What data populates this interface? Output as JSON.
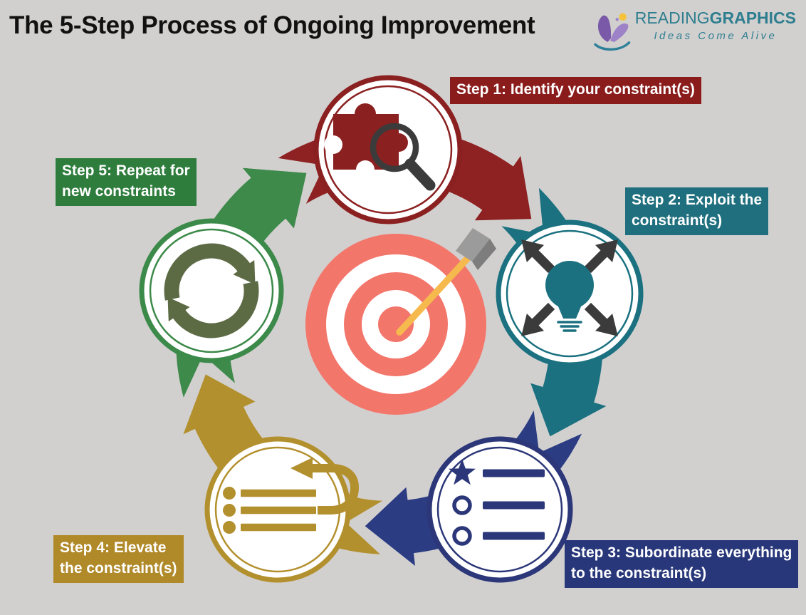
{
  "page": {
    "background": "#d2d0cf"
  },
  "header": {
    "title": "The 5-Step Process of Ongoing Improvement",
    "title_color": "#111111",
    "logo": {
      "brand_part1": "READING",
      "brand_part2": "GRAPHICS",
      "tagline": "Ideas Come Alive",
      "brand_color": "#2e7e90",
      "icon": "butterfly-book-logo",
      "icon_colors": {
        "wing_dark": "#7a5aa8",
        "wing_light": "#9d82c8",
        "sun": "#f5c33b",
        "swoosh": "#2e8198"
      }
    }
  },
  "diagram": {
    "text_color": "#ffffff",
    "center": {
      "icon": "bullseye-target-with-arrow",
      "ring_color": "#f3766b",
      "ring_white": "#ffffff",
      "arrow_shaft_color": "#f6b94d",
      "fletching_light": "#9b9b9b",
      "fletching_dark": "#7d7d7d"
    },
    "steps": [
      {
        "step": 1,
        "label_line1": "Step 1: Identify your constraint(s)",
        "label_line2": "",
        "icon": "puzzle-piece-magnifier",
        "colors": {
          "label_bg": "#8b1c1c",
          "arrow": "#8e2222",
          "circle_border": "#8b2020",
          "icon_primary": "#8b2020",
          "icon_secondary": "#3b3b3b"
        }
      },
      {
        "step": 2,
        "label_line1": "Step 2: Exploit the",
        "label_line2": "constraint(s)",
        "icon": "lightbulb-expand-arrows",
        "colors": {
          "label_bg": "#1f6f7e",
          "arrow": "#1b7180",
          "circle_border": "#1b7180",
          "icon_primary": "#1b7180",
          "icon_secondary": "#3b3b3b"
        }
      },
      {
        "step": 3,
        "label_line1": "Step 3: Subordinate everything",
        "label_line2": "to the constraint(s)",
        "icon": "star-priority-list",
        "colors": {
          "label_bg": "#28377a",
          "arrow": "#2b3c82",
          "circle_border": "#2b3778",
          "icon_primary": "#2b3778",
          "icon_secondary": "#2b3778"
        }
      },
      {
        "step": 4,
        "label_line1": "Step 4: Elevate",
        "label_line2": "the constraint(s)",
        "icon": "list-loopback-arrow",
        "colors": {
          "label_bg": "#b08928",
          "arrow": "#b3902e",
          "circle_border": "#b3902e",
          "icon_primary": "#b3902e",
          "icon_secondary": "#b3902e"
        }
      },
      {
        "step": 5,
        "label_line1": "Step 5: Repeat for",
        "label_line2": "new constraints",
        "icon": "sync-repeat-arrows",
        "colors": {
          "label_bg": "#2f7d3d",
          "arrow": "#3e8a4b",
          "circle_border": "#3c8a4a",
          "icon_primary": "#5d6b45",
          "icon_secondary": "#5d6b45"
        }
      }
    ]
  }
}
